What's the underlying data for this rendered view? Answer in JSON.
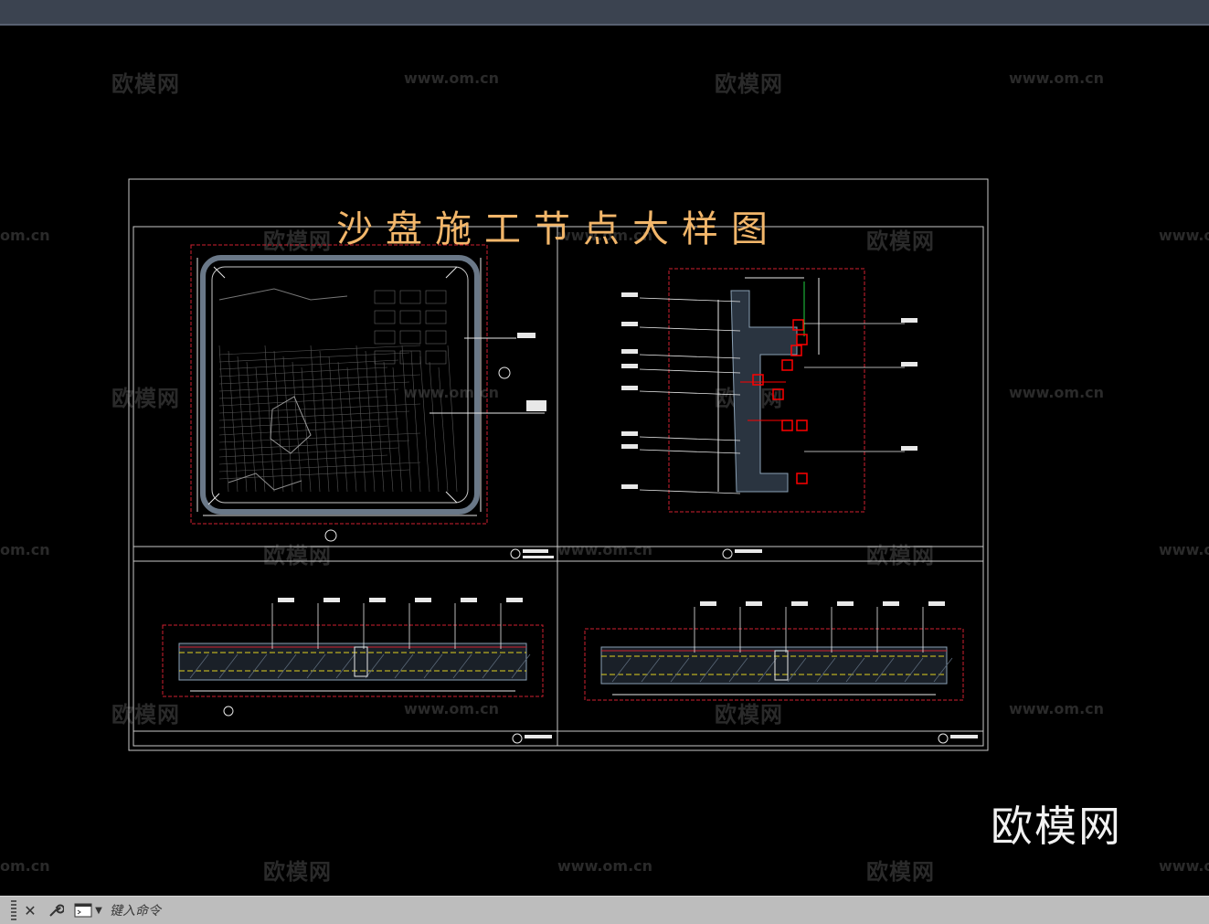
{
  "drawing": {
    "sheet_title": "沙盘施工节点大样图",
    "brand_logo": "欧模网",
    "watermarks": {
      "cn": "欧模网",
      "en": "www.om.cn",
      "en_short": "om.cn"
    },
    "colors": {
      "background": "#000000",
      "frame": "#c8c8c8",
      "title": "#f2b66a",
      "dim_red": "#d02030",
      "highlight": "#ff0000",
      "leader": "#e8e8e8",
      "hatch": "#6a7888"
    }
  },
  "command_line": {
    "close_icon": "close-icon",
    "customize_icon": "wrench-icon",
    "prompt_icon": "command-prompt-icon",
    "dropdown_icon": "chevron-down-icon",
    "placeholder": "键入命令"
  }
}
